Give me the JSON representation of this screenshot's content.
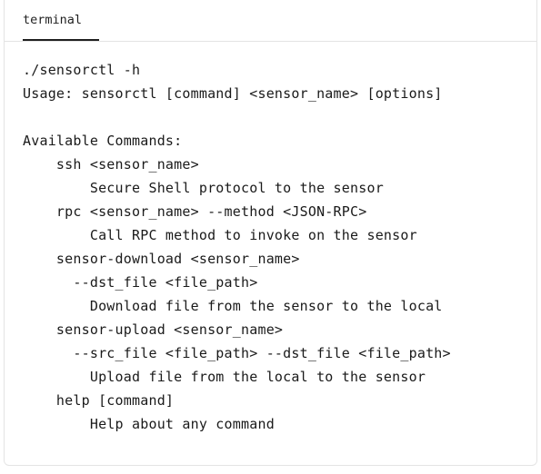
{
  "tabs": [
    {
      "label": "terminal",
      "active": true
    }
  ],
  "code": {
    "lines": [
      "./sensorctl -h",
      "Usage: sensorctl [command] <sensor_name> [options]",
      "",
      "Available Commands:",
      "    ssh <sensor_name>",
      "        Secure Shell protocol to the sensor",
      "    rpc <sensor_name> --method <JSON-RPC>",
      "        Call RPC method to invoke on the sensor",
      "    sensor-download <sensor_name>",
      "      --dst_file <file_path>",
      "        Download file from the sensor to the local",
      "    sensor-upload <sensor_name>",
      "      --src_file <file_path> --dst_file <file_path>",
      "        Upload file from the local to the sensor",
      "    help [command]",
      "        Help about any command"
    ]
  },
  "colors": {
    "text": "#1a1a1a",
    "border": "#e4e4e4",
    "background": "#ffffff",
    "tab_underline": "#1f1f1f"
  }
}
